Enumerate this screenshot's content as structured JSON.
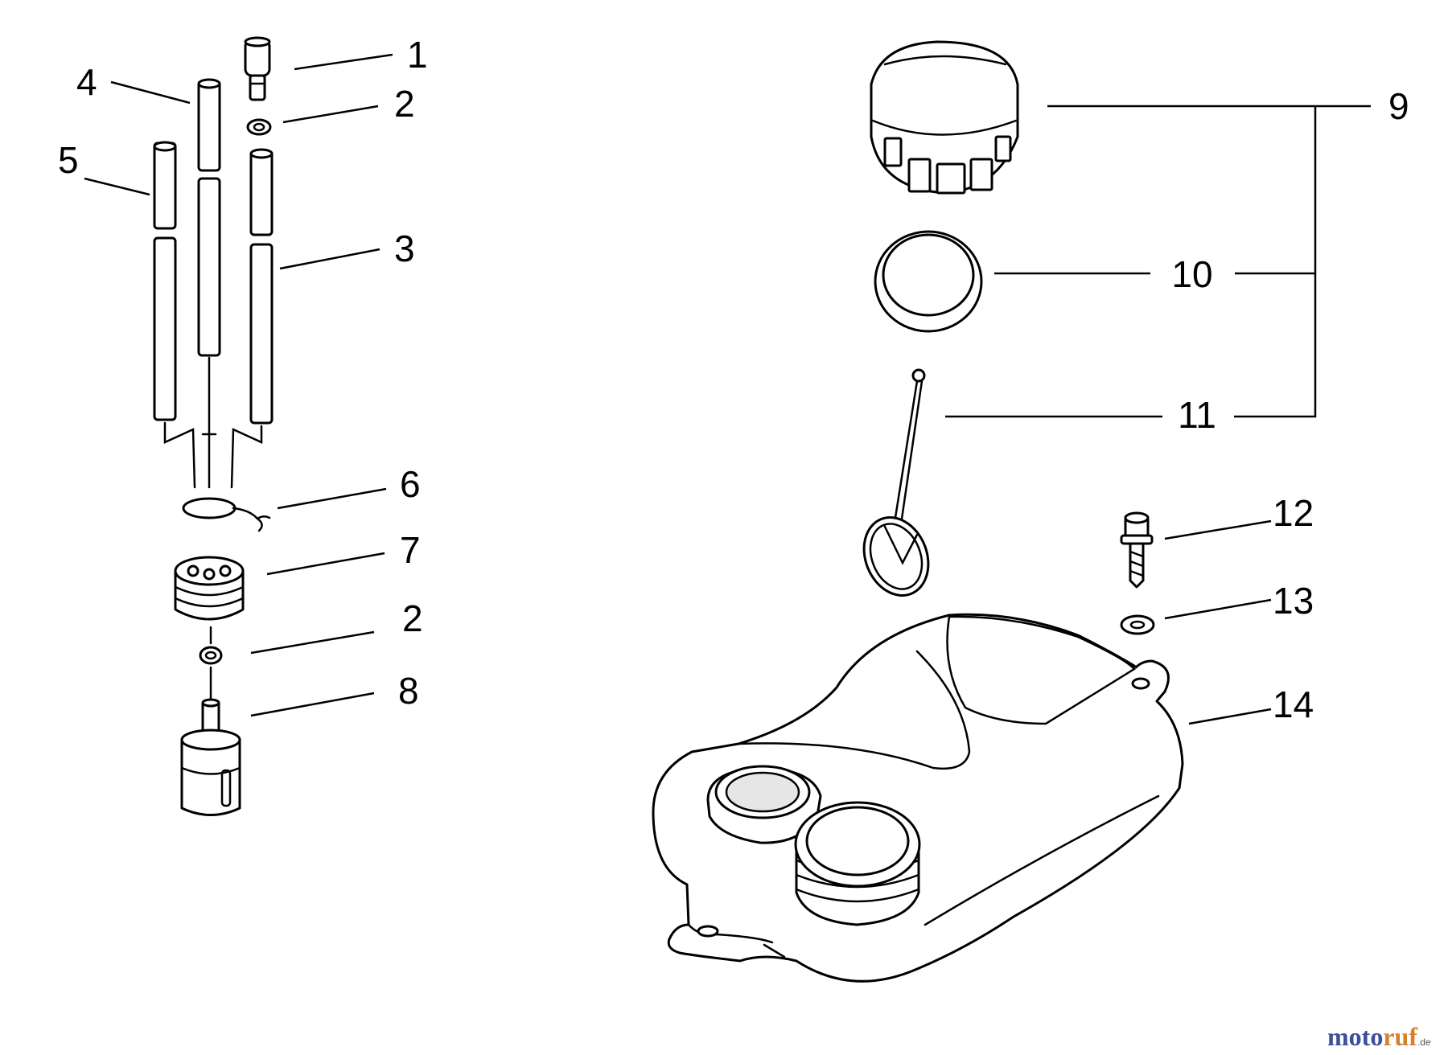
{
  "callouts": [
    {
      "id": "c1",
      "label": "1"
    },
    {
      "id": "c2a",
      "label": "2"
    },
    {
      "id": "c3",
      "label": "3"
    },
    {
      "id": "c4",
      "label": "4"
    },
    {
      "id": "c5",
      "label": "5"
    },
    {
      "id": "c6",
      "label": "6"
    },
    {
      "id": "c7",
      "label": "7"
    },
    {
      "id": "c2b",
      "label": "2"
    },
    {
      "id": "c8",
      "label": "8"
    },
    {
      "id": "c9",
      "label": "9"
    },
    {
      "id": "c10",
      "label": "10"
    },
    {
      "id": "c11",
      "label": "11"
    },
    {
      "id": "c12",
      "label": "12"
    },
    {
      "id": "c13",
      "label": "13"
    },
    {
      "id": "c14",
      "label": "14"
    }
  ],
  "watermark": {
    "part1": "moto",
    "part2": "ruf",
    "suffix": ".de"
  },
  "colors": {
    "line": "#000000",
    "background": "#ffffff",
    "watermark_blue": "#3b4f9a",
    "watermark_orange": "#d4812b"
  }
}
